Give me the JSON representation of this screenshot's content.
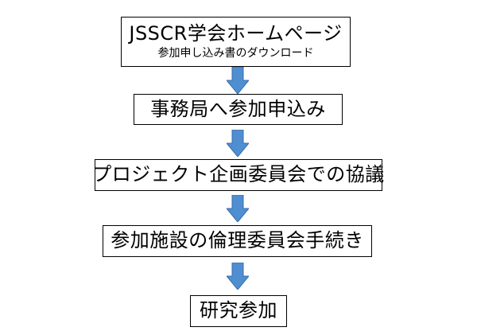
{
  "steps": [
    {
      "title": "JSSCR学会ホームページ",
      "subtitle": "参加申し込み書のダウンロード"
    },
    {
      "title": "事務局へ参加申込み"
    },
    {
      "title": "プロジェクト企画委員会での協議"
    },
    {
      "title": "参加施設の倫理委員会手続き"
    },
    {
      "title": "研究参加"
    }
  ],
  "colors": {
    "arrow_fill": "#4f8ed1",
    "arrow_stroke": "#3a6fa8",
    "box_border": "#000000"
  }
}
